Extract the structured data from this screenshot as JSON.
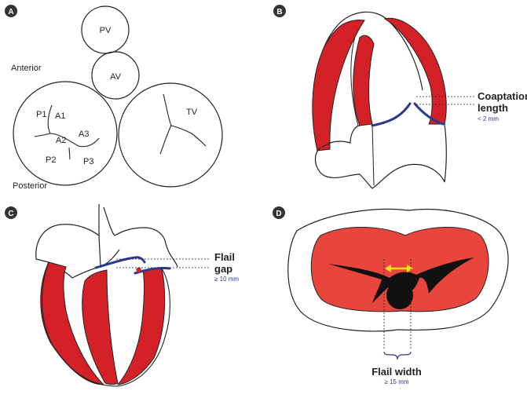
{
  "panels": {
    "a": {
      "badge": "A",
      "anterior": "Anterior",
      "posterior": "Posterior",
      "pv": "PV",
      "av": "AV",
      "tv": "TV",
      "scallops": {
        "p1": "P1",
        "a1": "A1",
        "a2": "A2",
        "a3": "A3",
        "p2": "P2",
        "p3": "P3"
      }
    },
    "b": {
      "badge": "B",
      "title_line1": "Coaptation",
      "title_line2": "length",
      "value": "< 2 mm"
    },
    "c": {
      "badge": "C",
      "title_line1": "Flail",
      "title_line2": "gap",
      "value": "≥ 10 mm"
    },
    "d": {
      "badge": "D",
      "title": "Flail width",
      "value": "≥ 15 mm"
    }
  },
  "colors": {
    "myocardium": "#d42027",
    "valve": "#2b3a8a",
    "flail_arrow": "#f5e11a",
    "valve_area": "#e8453c"
  }
}
